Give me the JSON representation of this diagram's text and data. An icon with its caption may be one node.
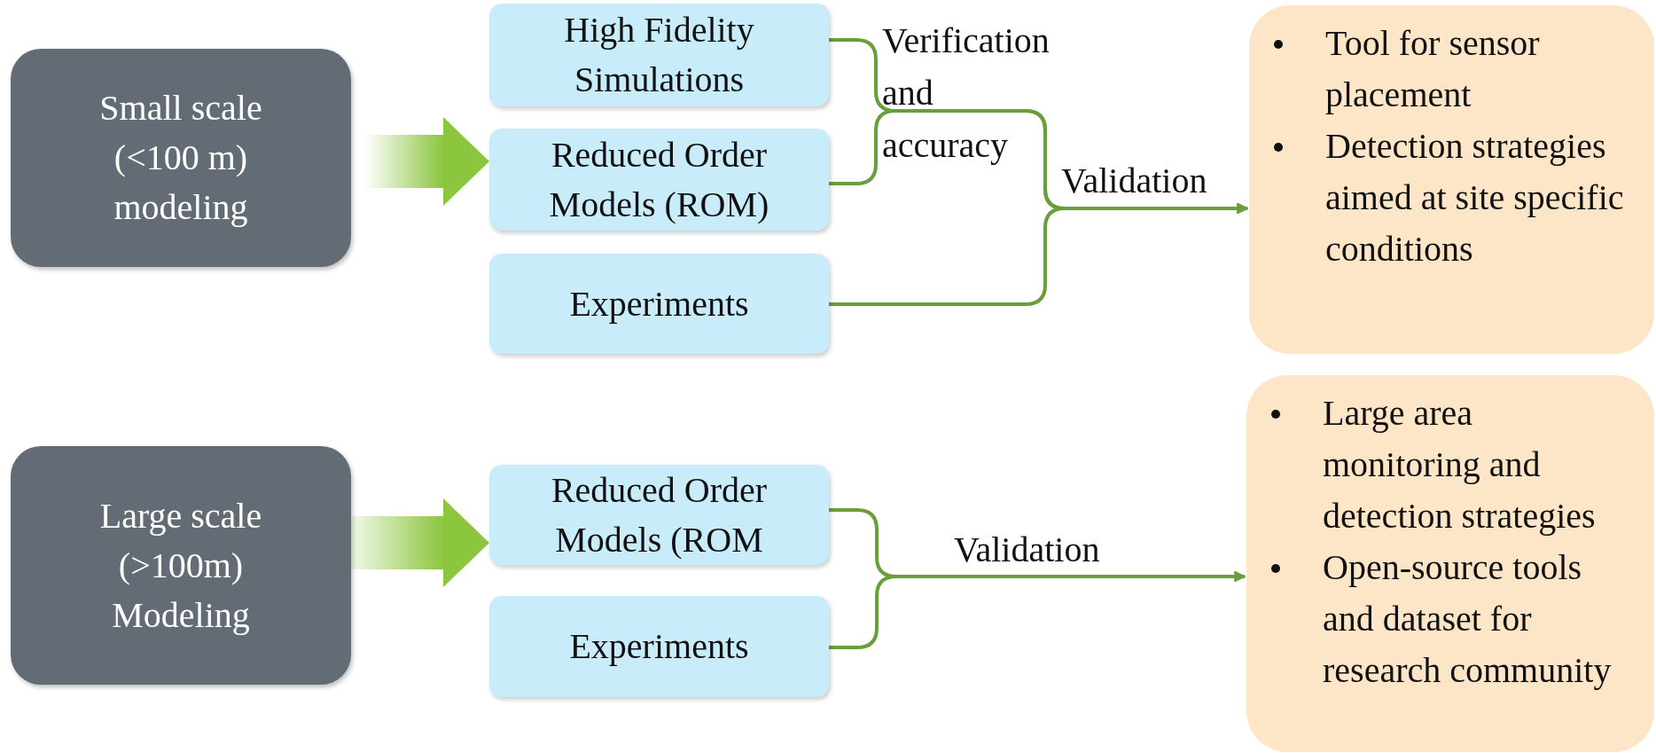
{
  "diagram": {
    "nodes": [
      {
        "text": [
          "Small scale (<100 m) modeling"
        ]
      },
      {
        "text": [
          "High Fidelity Simulations"
        ]
      },
      {
        "text": [
          "Reduced Order Models (ROM)"
        ]
      },
      {
        "text": [
          "Experiments"
        ]
      },
      {
        "text": [
          "Tool for sensor placement",
          "Detection strategies aimed at site specific conditions"
        ]
      },
      {
        "text": [
          "Large scale (>100m) Modeling"
        ]
      },
      {
        "text": [
          "Reduced Order Models (ROM"
        ]
      },
      {
        "text": [
          "Experiments"
        ]
      },
      {
        "text": [
          "Large area monitoring and detection strategies",
          "Open-source tools and dataset for research community"
        ]
      }
    ],
    "edges": [
      {
        "from": 0,
        "to": 2,
        "arrow": "to",
        "style": "thick",
        "color": "#8cc63f"
      },
      {
        "from": 1,
        "to": 4,
        "arrow": "to",
        "label": "Verification and accuracy"
      },
      {
        "from": 2,
        "to": 4,
        "arrow": "to"
      },
      {
        "from": 3,
        "to": 4,
        "arrow": "to",
        "label": "Validation"
      },
      {
        "from": 5,
        "to": 6,
        "arrow": "to",
        "style": "thick",
        "color": "#8cc63f"
      },
      {
        "from": 6,
        "to": 8,
        "arrow": "to",
        "label": "Validation"
      },
      {
        "from": 7,
        "to": 8,
        "arrow": "to"
      }
    ]
  }
}
